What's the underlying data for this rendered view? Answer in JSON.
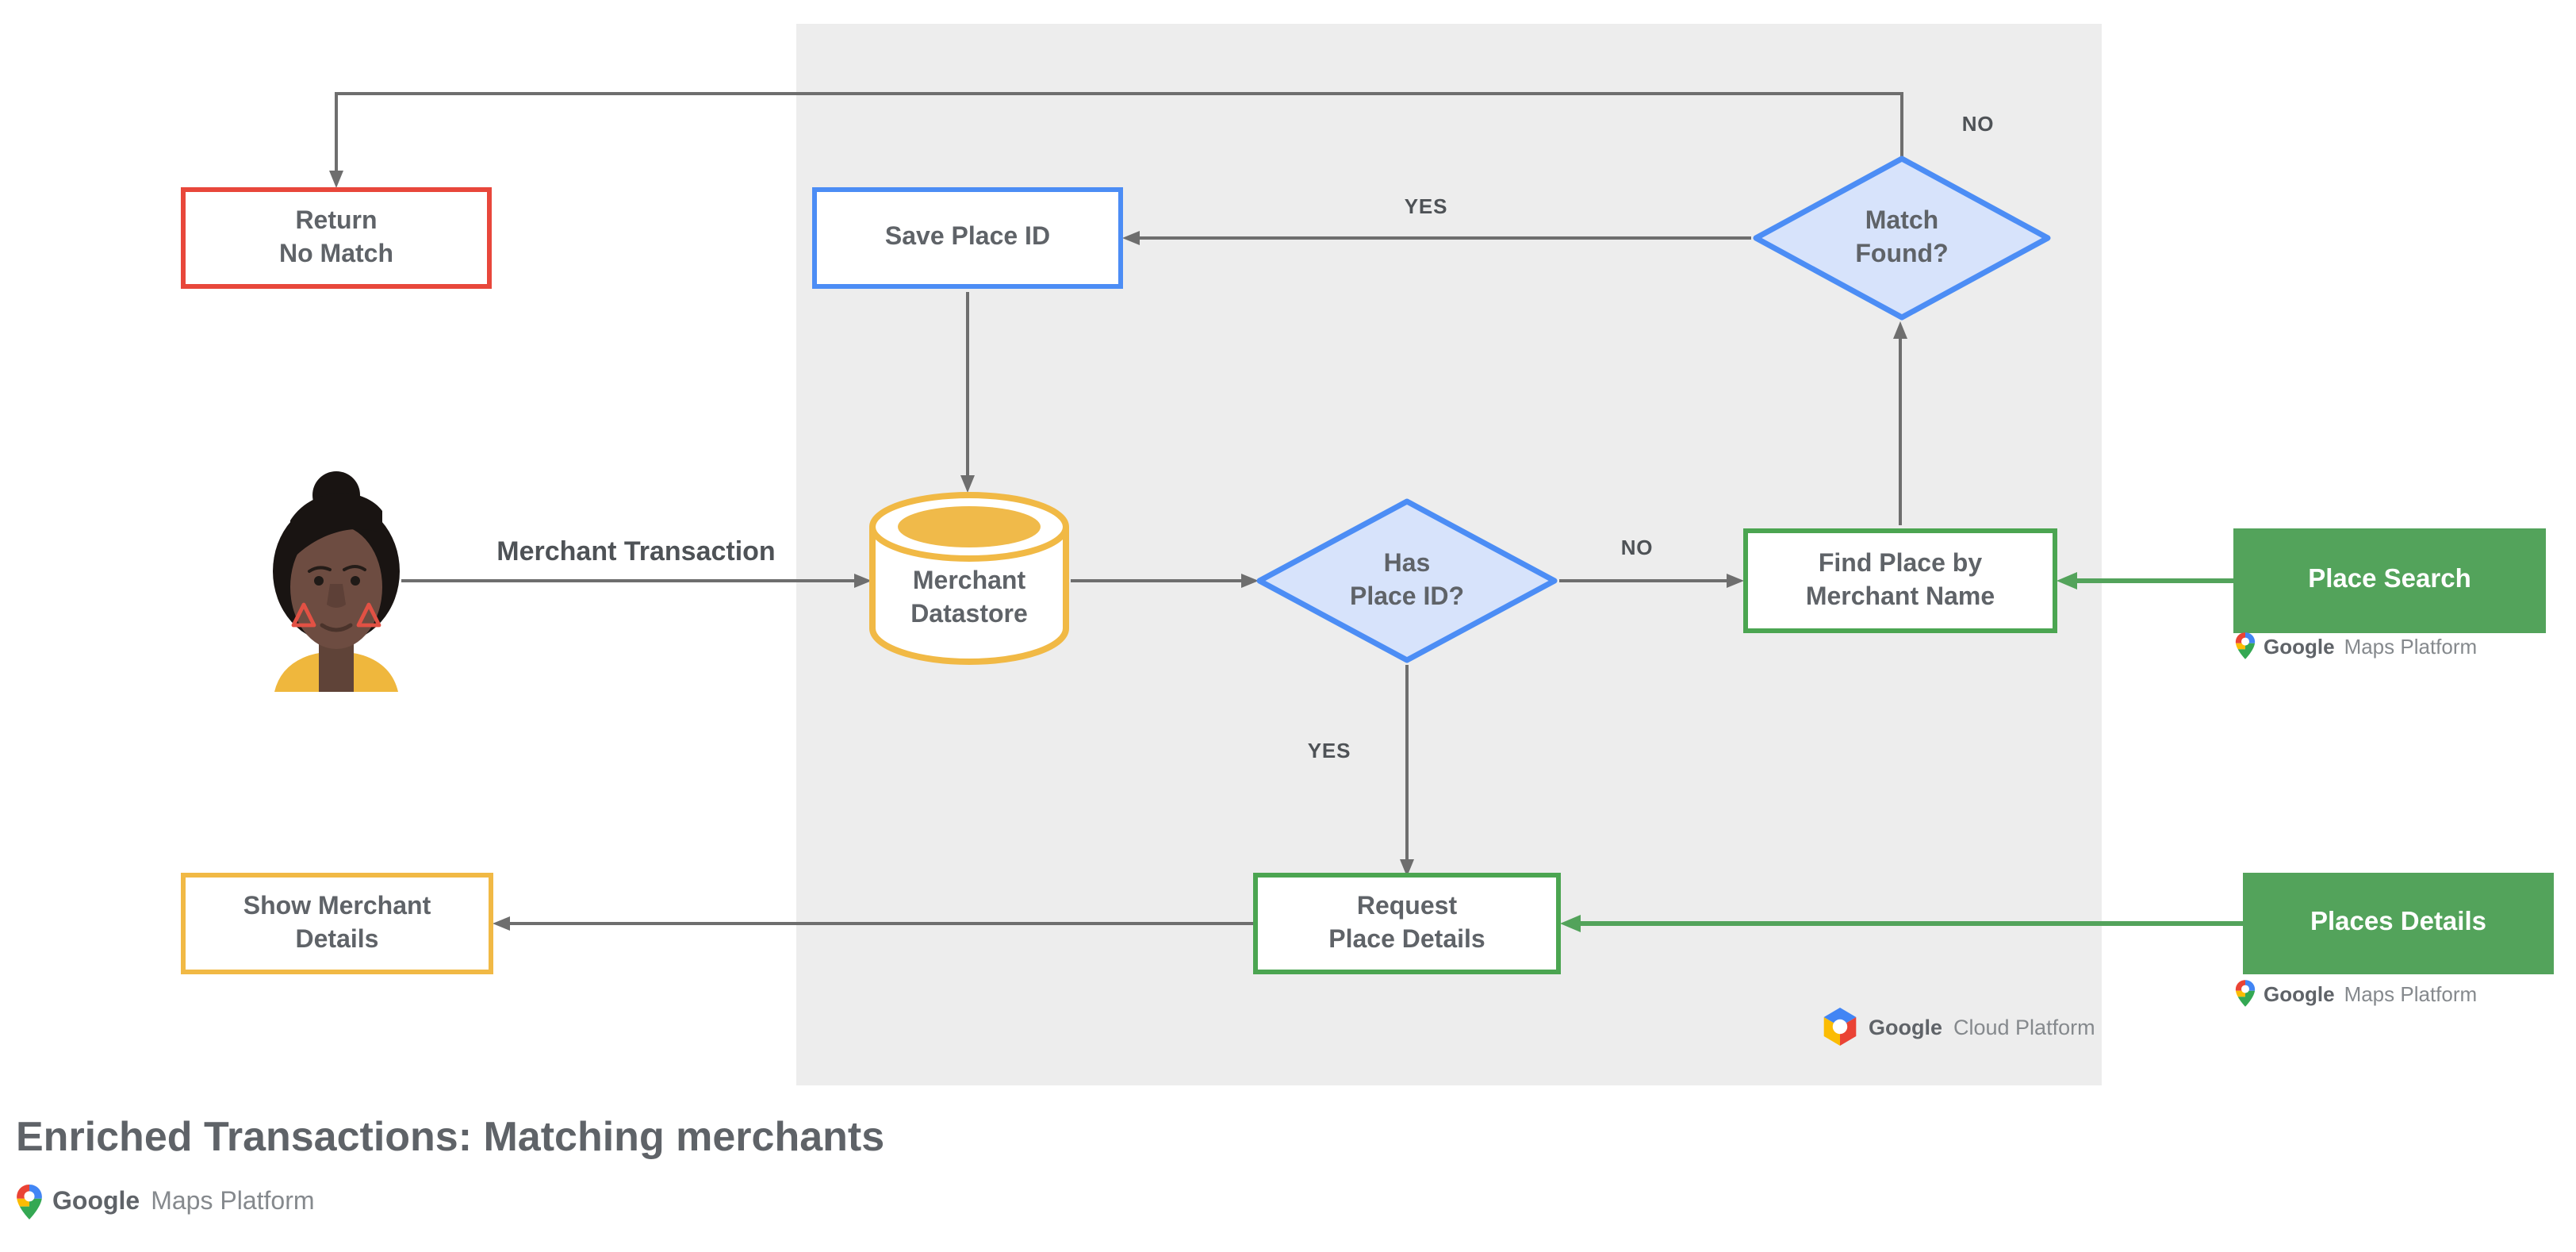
{
  "title": "Enriched Transactions: Matching merchants",
  "labels": {
    "merchant_transaction": "Merchant Transaction",
    "yes_match": "YES",
    "no_match": "NO",
    "no_has": "NO",
    "yes_has": "YES"
  },
  "nodes": {
    "return_no_match": {
      "line1": "Return",
      "line2": "No Match"
    },
    "save_place_id": {
      "label": "Save Place ID"
    },
    "match_found": {
      "line1": "Match",
      "line2": "Found?"
    },
    "merchant_datastore": {
      "line1": "Merchant",
      "line2": "Datastore"
    },
    "has_place_id": {
      "line1": "Has",
      "line2": "Place ID?"
    },
    "find_place_by_merchant_name": {
      "line1": "Find Place by",
      "line2": "Merchant Name"
    },
    "place_search": {
      "label": "Place Search"
    },
    "request_place_details": {
      "line1": "Request",
      "line2": "Place Details"
    },
    "places_details": {
      "label": "Places Details"
    },
    "show_merchant_details": {
      "line1": "Show Merchant",
      "line2": "Details"
    }
  },
  "logos": {
    "maps": {
      "google": "Google",
      "rest": "Maps Platform"
    },
    "cloud": {
      "google": "Google",
      "rest": "Cloud Platform"
    }
  },
  "colors": {
    "panel": "#EDEDED",
    "line": "#6E6E6E",
    "node_text": "#5F6368",
    "label_text": "#4E5256",
    "title_text": "#5F6368",
    "red": "#E8473B",
    "blue": "#4C8DF5",
    "diamond_fill": "#D7E3FB",
    "diamond_stroke": "#4C8DF5",
    "yellow": "#F1B945",
    "amber": "#F0BA4A",
    "green": "#4BA551",
    "green_fill": "#53A35B",
    "logo_gray": "#5F6368",
    "logo_light": "#85898D",
    "pin_blue": "#4285F4",
    "pin_red": "#EA4335",
    "pin_yellow": "#FBBC04",
    "pin_green": "#34A853"
  }
}
